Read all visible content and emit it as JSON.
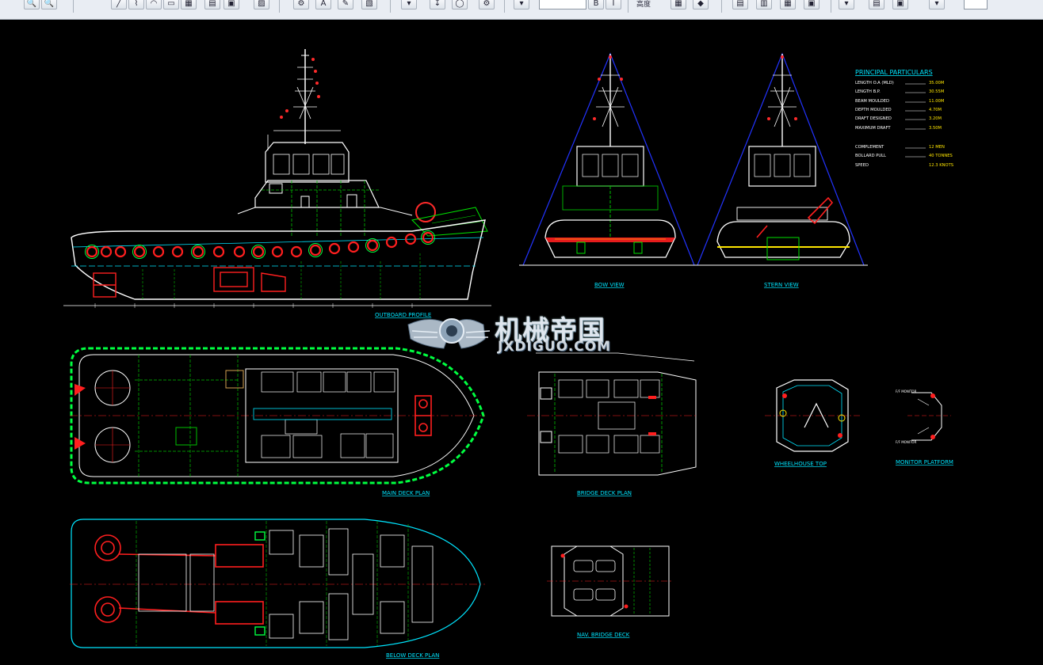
{
  "toolbar": {
    "font_size_value": "",
    "label_height": "高度",
    "bold_label": "B",
    "italic_label": "I",
    "icons": [
      "zoom-in-icon",
      "zoom-out-icon",
      "line-icon",
      "polyline-icon",
      "arc-icon",
      "rectangle-icon",
      "hatch-icon",
      "layer-icon",
      "block-icon",
      "image-icon",
      "properties-icon",
      "text-icon",
      "color-icon",
      "match-icon",
      "style-icon",
      "table-icon",
      "grid-icon",
      "view-icon"
    ]
  },
  "drawing": {
    "background": "#000000",
    "colors": {
      "cyan": "#00e5ff",
      "green": "#00c000",
      "red": "#ff1f1f",
      "white": "#ffffff",
      "yellow": "#ffe600",
      "blue": "#2233ff"
    },
    "titles": {
      "outboard_profile": "OUTBOARD PROFILE",
      "bow_view": "BOW VIEW",
      "stern_view": "STERN VIEW",
      "main_deck_plan": "MAIN DECK PLAN",
      "bridge_deck_plan": "BRIDGE DECK PLAN",
      "wheelhouse_top": "WHEELHOUSE TOP",
      "monitor_platform": "MONITOR PLATFORM",
      "below_deck_plan": "BELOW DECK PLAN",
      "nav_bridge_deck": "NAV. BRIDGE DECK"
    },
    "principal_particulars": {
      "heading": "PRINCIPAL PARTICULARS",
      "rows": [
        {
          "label": "LENGTH O.A (MLD)",
          "value": "35.00M"
        },
        {
          "label": "LENGTH B.P.",
          "value": "30.55M"
        },
        {
          "label": "BEAM MOULDED",
          "value": "11.00M"
        },
        {
          "label": "DEPTH MOULDED",
          "value": "4.70M"
        },
        {
          "label": "DRAFT DESIGNED",
          "value": "3.20M"
        },
        {
          "label": "MAXIMUM DRAFT",
          "value": "3.50M"
        },
        {
          "label": "COMPLEMENT",
          "value": "12 MEN"
        },
        {
          "label": "BOLLARD PULL",
          "value": "40 TONNES"
        },
        {
          "label": "SPEED",
          "value": "12.3 KNOTS"
        }
      ]
    }
  },
  "watermark": {
    "main": "机械帝国",
    "sub": "JXDIGUO.COM"
  }
}
